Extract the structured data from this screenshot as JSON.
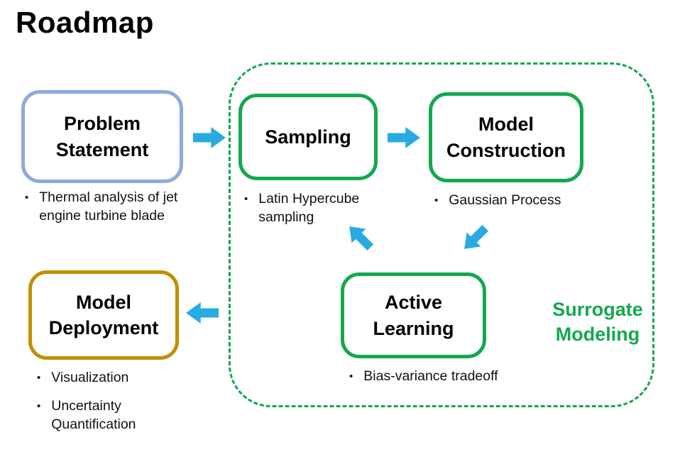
{
  "title": "Roadmap",
  "colors": {
    "green": "#14a84e",
    "blue-border": "#8faadc",
    "gold": "#bf9000",
    "arrow": "#29abe2",
    "ink": "#000000"
  },
  "bullet_glyph": "•",
  "boxes": {
    "problem_statement": {
      "label": "Problem Statement"
    },
    "sampling": {
      "label": "Sampling"
    },
    "model_construction": {
      "label": "Model Construction"
    },
    "active_learning": {
      "label": "Active Learning"
    },
    "model_deployment": {
      "label": "Model Deployment"
    }
  },
  "bullets": {
    "problem_statement": "Thermal analysis of jet engine turbine blade",
    "sampling": "Latin Hypercube sampling",
    "model_construction": "Gaussian Process",
    "active_learning": "Bias-variance tradeoff",
    "model_deployment_1": "Visualization",
    "model_deployment_2": "Uncertainty Quantification"
  },
  "surrogate_label": "Surrogate Modeling"
}
